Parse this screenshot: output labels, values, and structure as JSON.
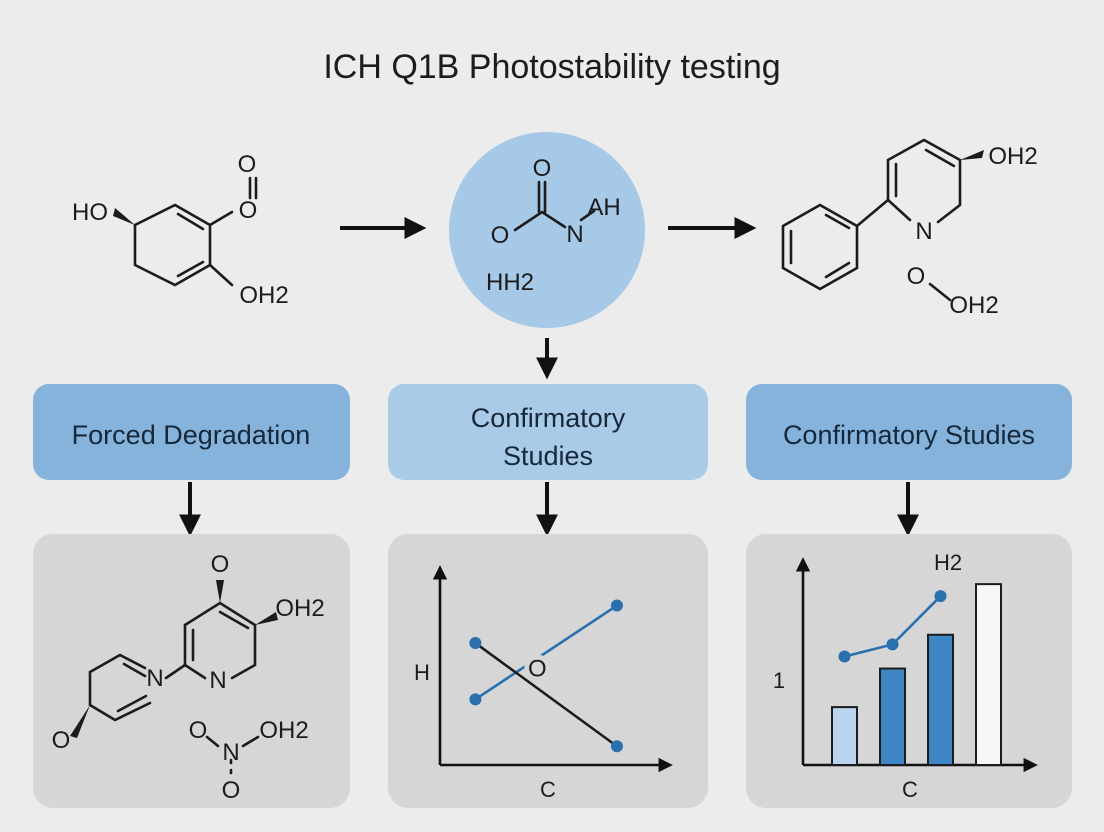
{
  "title": "ICH Q1B Photostability testing",
  "colors": {
    "background": "#ececec",
    "stage_box_dark": "#86b3dc",
    "stage_box_light": "#aacbe8",
    "circle": "#a7c9e8",
    "panel": "#d6d6d6",
    "series_blue": "#2a6fae",
    "bar_light": "#b9d4ee",
    "bar_mid": "#3e86c6",
    "bar_white": "#f7f7f7"
  },
  "molecules": {
    "top_left": {
      "atoms": [
        "O",
        "O",
        "HO",
        "OH2"
      ]
    },
    "top_center": {
      "atoms": [
        "O",
        "O",
        "AH",
        "N",
        "HH2"
      ]
    },
    "top_right": {
      "atoms": [
        "OH2",
        "N",
        "O",
        "OH2"
      ]
    },
    "bottom_left": {
      "atoms": [
        "O",
        "OH2",
        "N",
        "N",
        "O",
        "O",
        "N",
        "OH2",
        "O"
      ]
    }
  },
  "stages": [
    {
      "label": "Forced Degradation"
    },
    {
      "label_lines": [
        "Confirmatory",
        "Studies"
      ]
    },
    {
      "label": "Confirmatory Studies"
    }
  ],
  "chart_data": [
    {
      "type": "line",
      "xlabel": "C",
      "ylabel": "H",
      "series": [
        {
          "x": [
            1,
            5
          ],
          "y": [
            3,
            8
          ],
          "color": "#2a6fae"
        },
        {
          "x": [
            1,
            5
          ],
          "y": [
            6,
            0.5
          ],
          "color": "#1c1c1c"
        }
      ],
      "center_marker": {
        "label": "O",
        "x": 2.75,
        "y": 4.7
      },
      "xlim": [
        0,
        6.5
      ],
      "ylim": [
        -0.5,
        10
      ]
    },
    {
      "type": "bar",
      "xlabel": "C",
      "tick_labels": [
        "1"
      ],
      "annotation": "H2",
      "values": [
        2.4,
        4.0,
        5.4,
        7.5
      ],
      "bar_colors": [
        "#b9d4ee",
        "#3e86c6",
        "#3e86c6",
        "#f7f7f7"
      ],
      "overlay_line": {
        "x": [
          0,
          1,
          2
        ],
        "y": [
          4.5,
          5.0,
          7.0
        ]
      },
      "ylim": [
        0,
        8.5
      ]
    }
  ]
}
